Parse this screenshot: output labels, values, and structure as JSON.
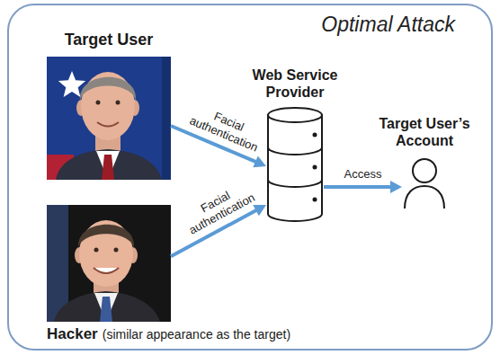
{
  "diagram": {
    "nodes": [
      {
        "text": [
          "Optimal Attack"
        ]
      },
      {
        "text": [
          "Target User"
        ],
        "in": 0
      },
      {
        "text": [
          "Hacker",
          "(similar appearance as the target)"
        ],
        "in": 0
      },
      {
        "text": [
          "Web Service Provider"
        ],
        "in": 0
      },
      {
        "text": [
          "Target User’s Account"
        ],
        "in": 0
      }
    ],
    "edges": [
      {
        "from": 1,
        "to": 3,
        "label": "Facial authentication",
        "arrow": "to"
      },
      {
        "from": 2,
        "to": 3,
        "label": "Facial authentication",
        "arrow": "to"
      },
      {
        "from": 3,
        "to": 4,
        "label": "Access",
        "arrow": "to"
      }
    ]
  }
}
